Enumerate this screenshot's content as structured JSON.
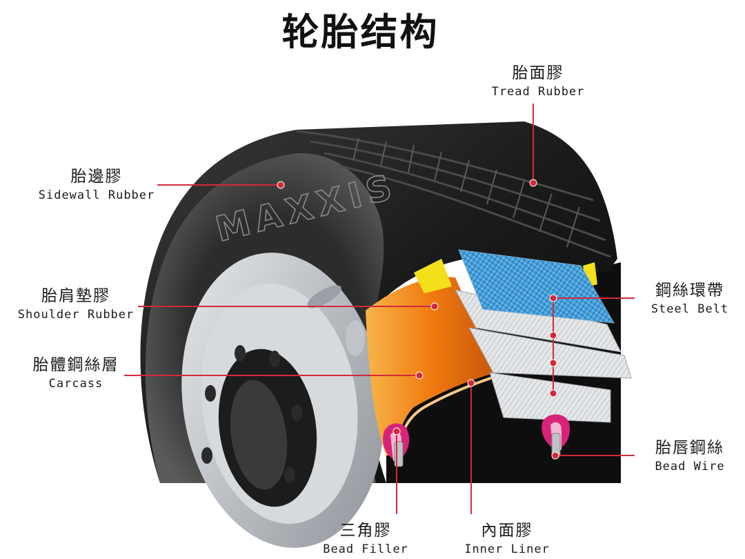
{
  "title": "轮胎结构",
  "brand": "MAXXIS",
  "labels": {
    "tread": {
      "zh": "胎面膠",
      "en": "Tread Rubber"
    },
    "sidewall": {
      "zh": "胎邊膠",
      "en": "Sidewall Rubber"
    },
    "shoulder": {
      "zh": "胎肩墊膠",
      "en": "Shoulder Rubber"
    },
    "carcass": {
      "zh": "胎體鋼絲層",
      "en": "Carcass"
    },
    "steel_belt": {
      "zh": "鋼絲環帶",
      "en": "Steel Belt"
    },
    "bead_wire": {
      "zh": "胎唇鋼絲",
      "en": "Bead Wire"
    },
    "bead_filler": {
      "zh": "三角膠",
      "en": "Bead Filler"
    },
    "inner_liner": {
      "zh": "內面膠",
      "en": "Inner Liner"
    }
  },
  "colors": {
    "leader_line": "#d22a3a",
    "tire_rubber": "#141414",
    "carcass_orange": "#f07a10",
    "shoulder_yellow": "#f4e01a",
    "steel_belt_blue": "#3d9ad6",
    "rim_silver": "#c9ccd0"
  }
}
